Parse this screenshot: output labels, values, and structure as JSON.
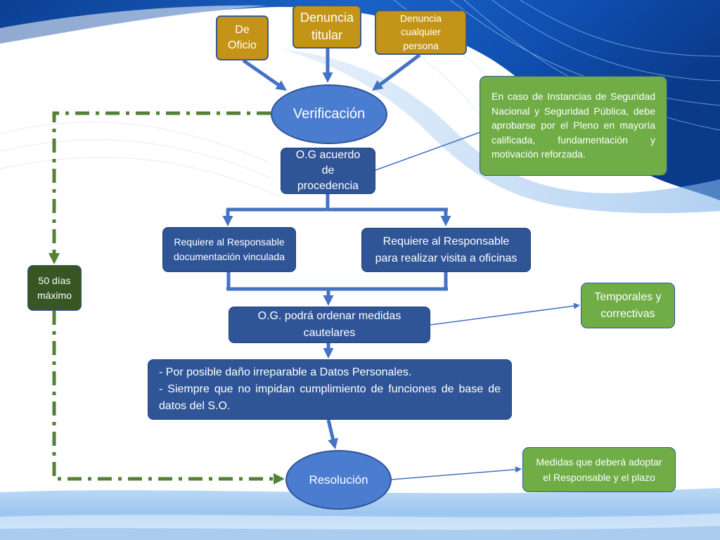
{
  "colors": {
    "source_gold": "#c39418",
    "process_dark_blue": "#2f5597",
    "ellipse_blue": "#4a7ccf",
    "note_green": "#70ad47",
    "deadline_dark_green": "#375623",
    "arrow_blue": "#4472c4",
    "deadline_line_green": "#548235",
    "text_white": "#ffffff"
  },
  "diagram": {
    "sources": {
      "de_oficio": "De Oficio",
      "denuncia_titular": "Denuncia titular",
      "denuncia_cualquier_persona": "Denuncia cualquier persona"
    },
    "verificacion": "Verificación",
    "acuerdo_procedencia": "O.G acuerdo de procedencia",
    "nota_seguridad": "En caso de Instancias de Seguridad Nacional y Seguridad Pública, debe aprobarse por el Pleno en mayoría calificada, fundamentación y motivación reforzada.",
    "requerimientos": {
      "documentacion": "Requiere al Responsable documentación vinculada",
      "visita": "Requiere al Responsable para realizar visita a oficinas"
    },
    "medidas_cautelares": "O.G. podrá ordenar medidas cautelares",
    "tipo_medidas": "Temporales y correctivas",
    "condiciones": [
      "- Por posible daño irreparable a Datos Personales.",
      "- Siempre que no impidan cumplimiento de funciones de base de datos del S.O."
    ],
    "plazo": "50 días máximo",
    "resolucion": "Resolución",
    "contenido_resolucion": "Medidas que deberá adoptar el Responsable y el plazo"
  }
}
